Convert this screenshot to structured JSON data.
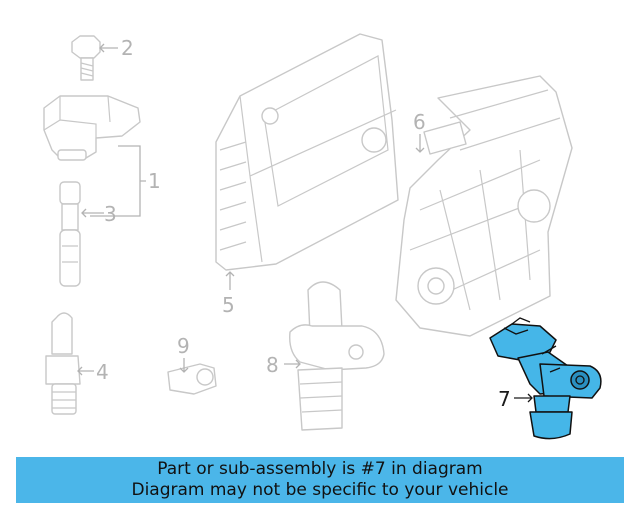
{
  "callouts": [
    "1",
    "2",
    "3",
    "4",
    "5",
    "6",
    "7",
    "8",
    "9"
  ],
  "highlighted_part": "7",
  "banner": {
    "line1": "Part or sub-assembly is #7 in diagram",
    "line2": "Diagram may not be specific to your vehicle"
  },
  "colors": {
    "highlight": "#45b6e8",
    "banner": "#4bb6e9",
    "outline": "#c8c8c8",
    "callout_text": "#b3b3b3"
  }
}
